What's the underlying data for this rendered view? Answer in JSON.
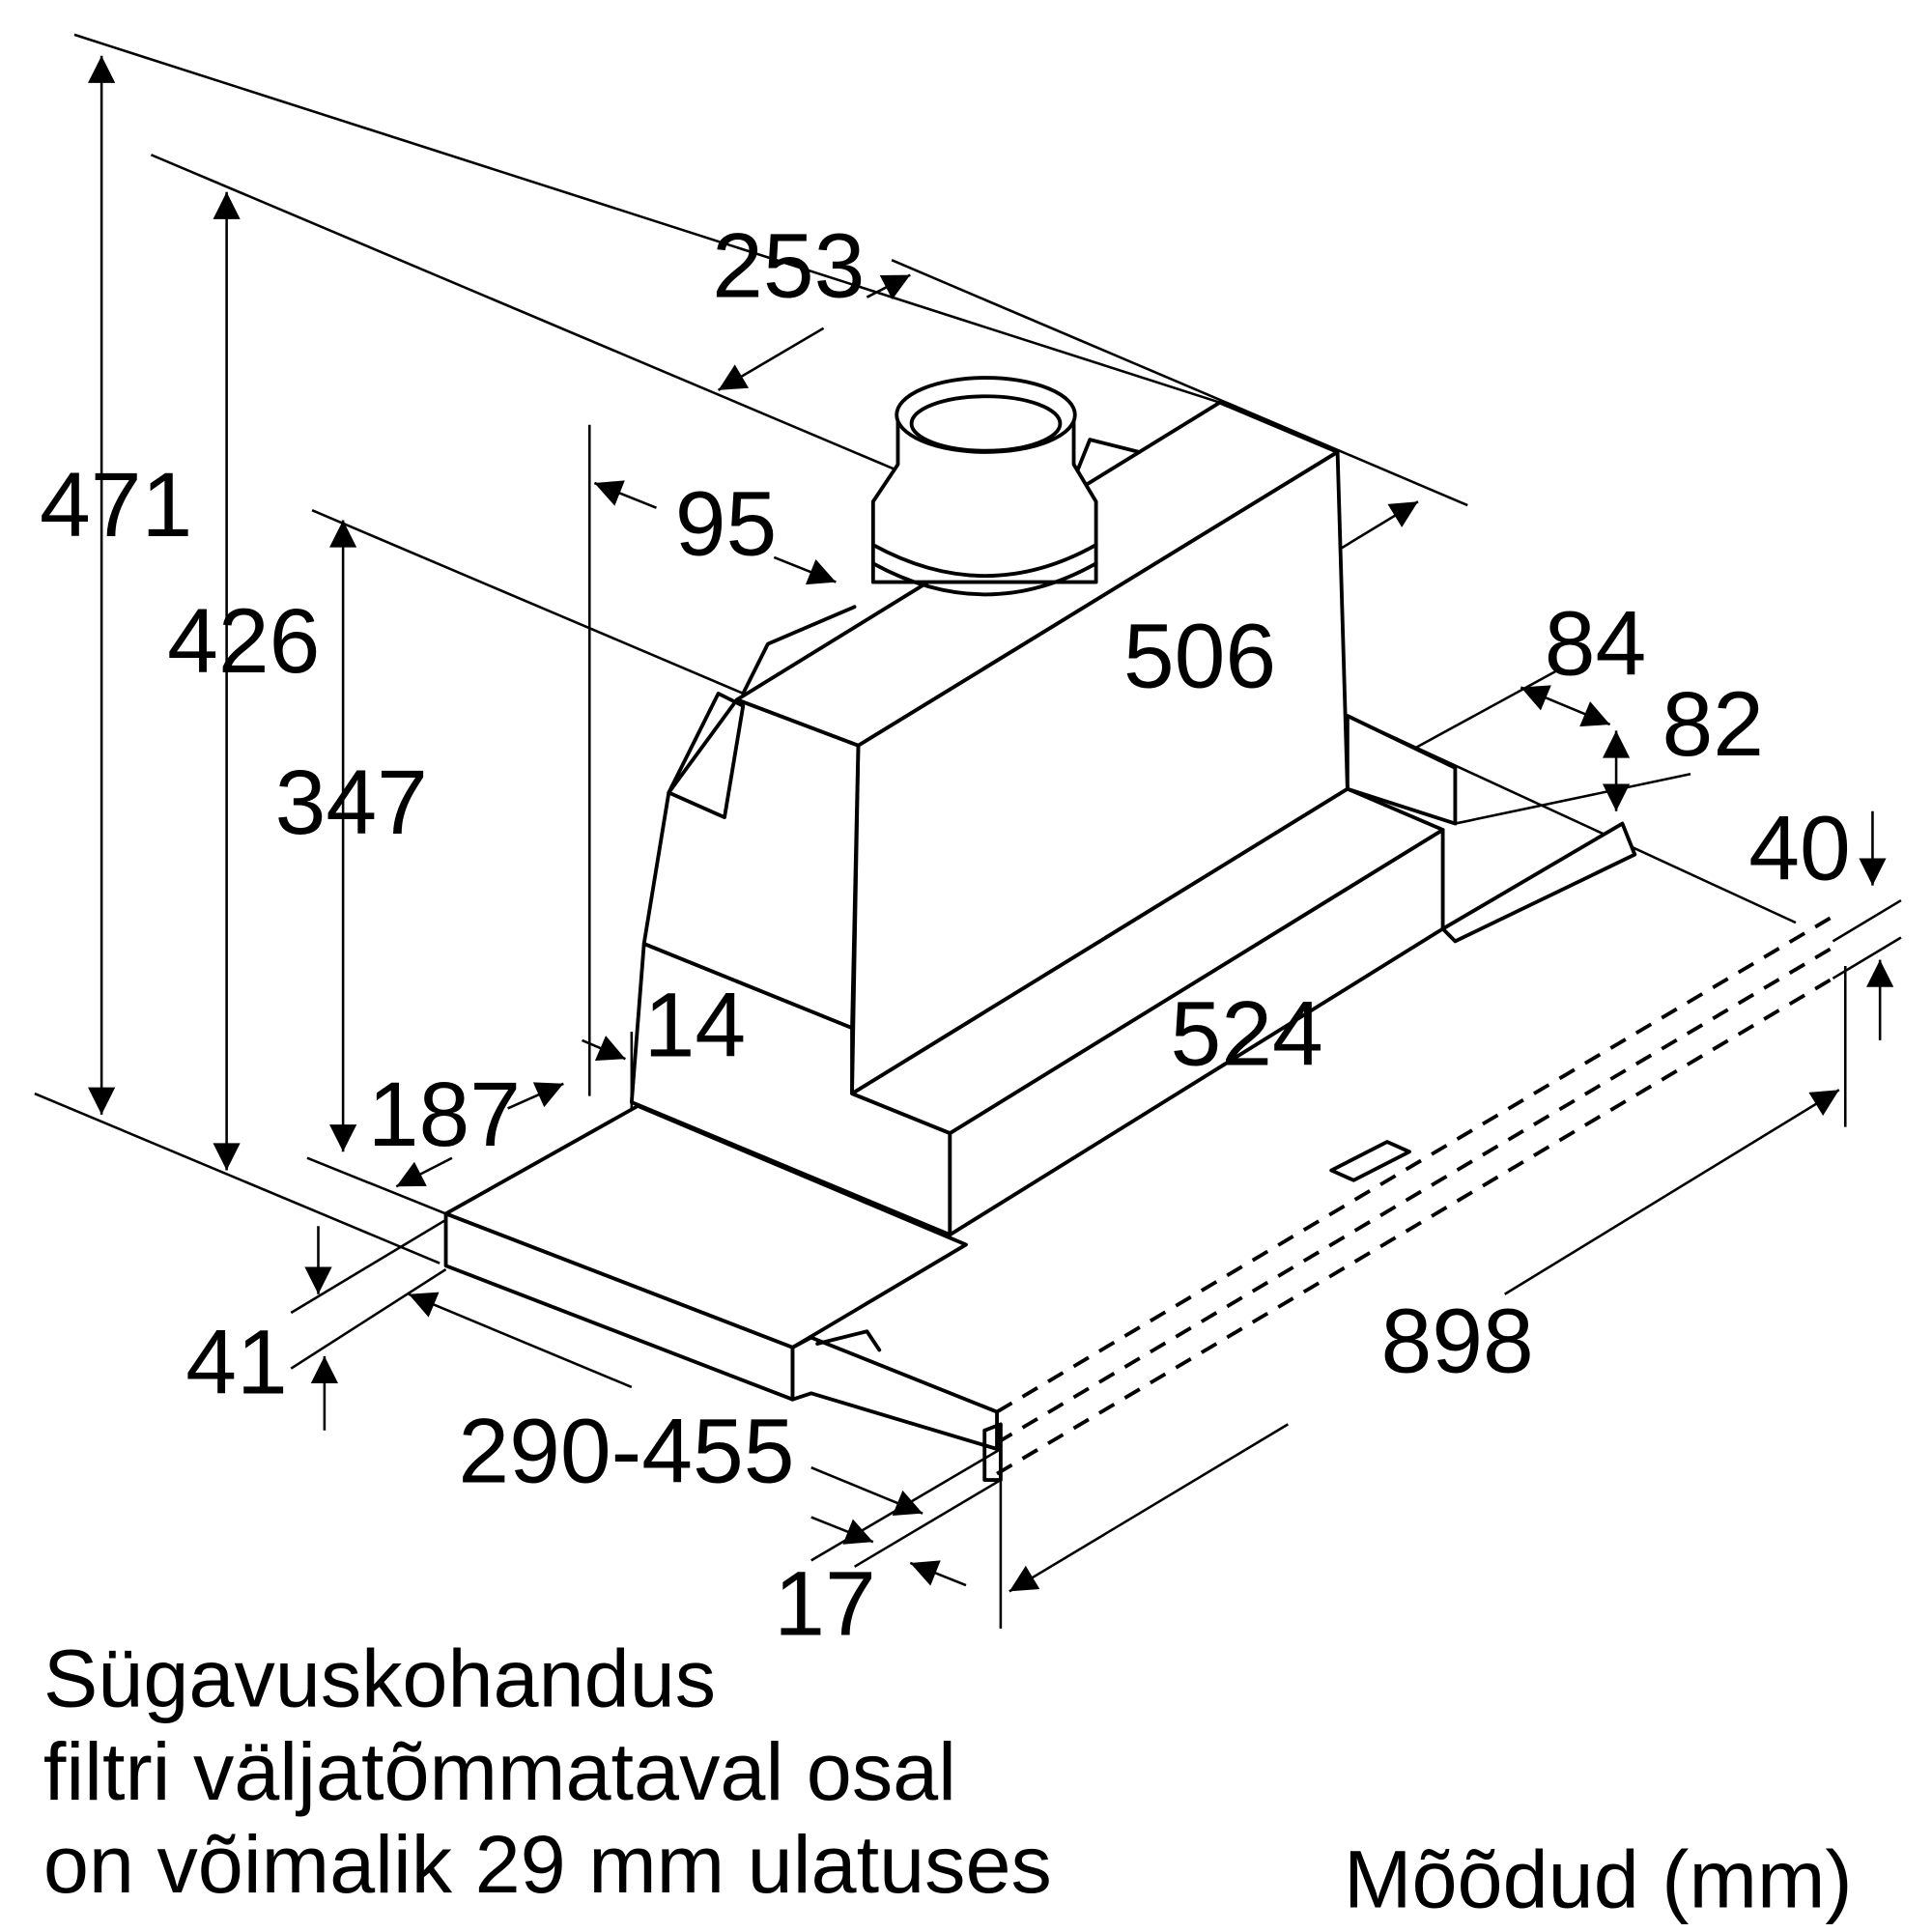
{
  "dimensions": {
    "overall_height": "471",
    "height_426": "426",
    "height_347": "347",
    "duct_width": "253",
    "duct_offset": "95",
    "body_depth": "506",
    "side_84": "84",
    "side_82": "82",
    "front_40": "40",
    "gap_14": "14",
    "body_width": "524",
    "depth_187": "187",
    "overall_width": "898",
    "front_41": "41",
    "extension_range": "290-455",
    "front_17": "17"
  },
  "note_lines": [
    "Sügavuskohandus",
    "filtri väljatõmmataval osal",
    "on võimalik 29 mm ulatuses"
  ],
  "units_label": "Mõõdud (mm)"
}
